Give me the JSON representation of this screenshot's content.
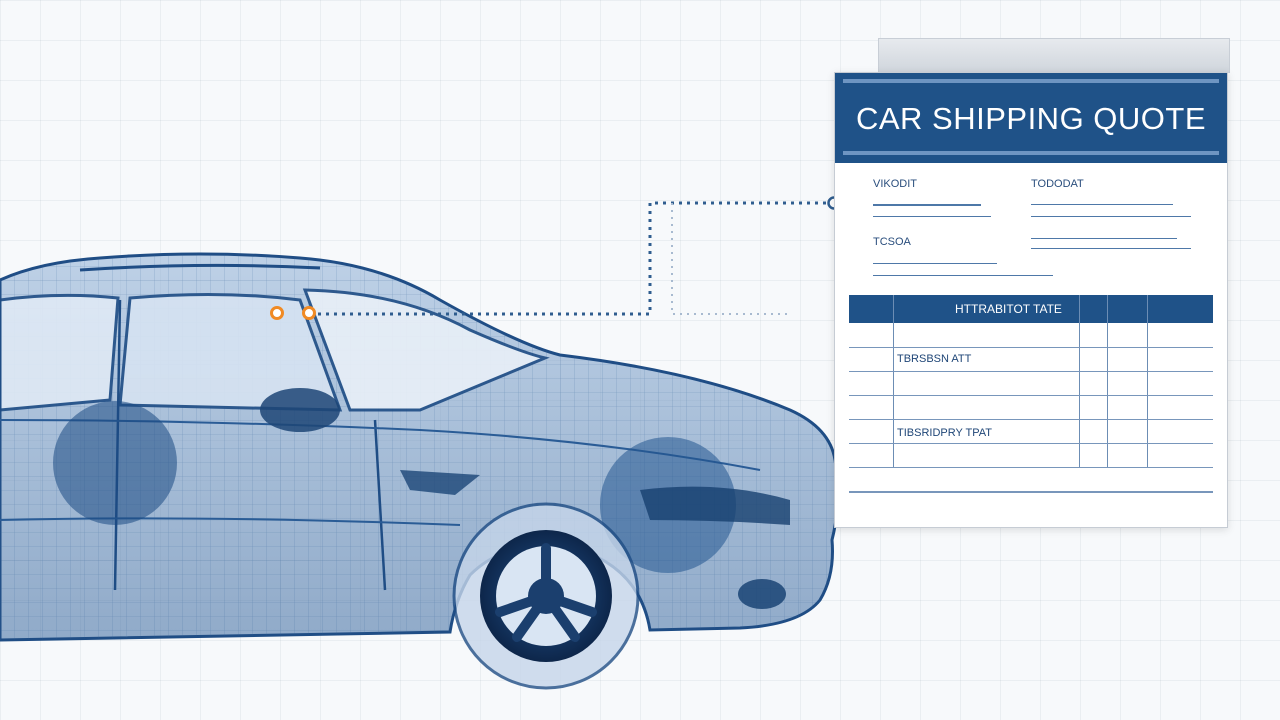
{
  "quote_document": {
    "title": "CAR SHIPPING QUOTE",
    "field_labels": [
      "VIKODIT",
      "TODODAT",
      "TCSOA"
    ],
    "table_header": "HTTRABITOT TATE",
    "row_labels": [
      "TBRSBSN ATT",
      "TIBSRIDPRY TPAT"
    ]
  },
  "colors": {
    "primary_blue": "#1f5288",
    "accent_orange": "#f08a24",
    "connector_blue": "#2f5d8f"
  },
  "icons": [
    "car-illustration",
    "connector-dot",
    "connector-line"
  ]
}
